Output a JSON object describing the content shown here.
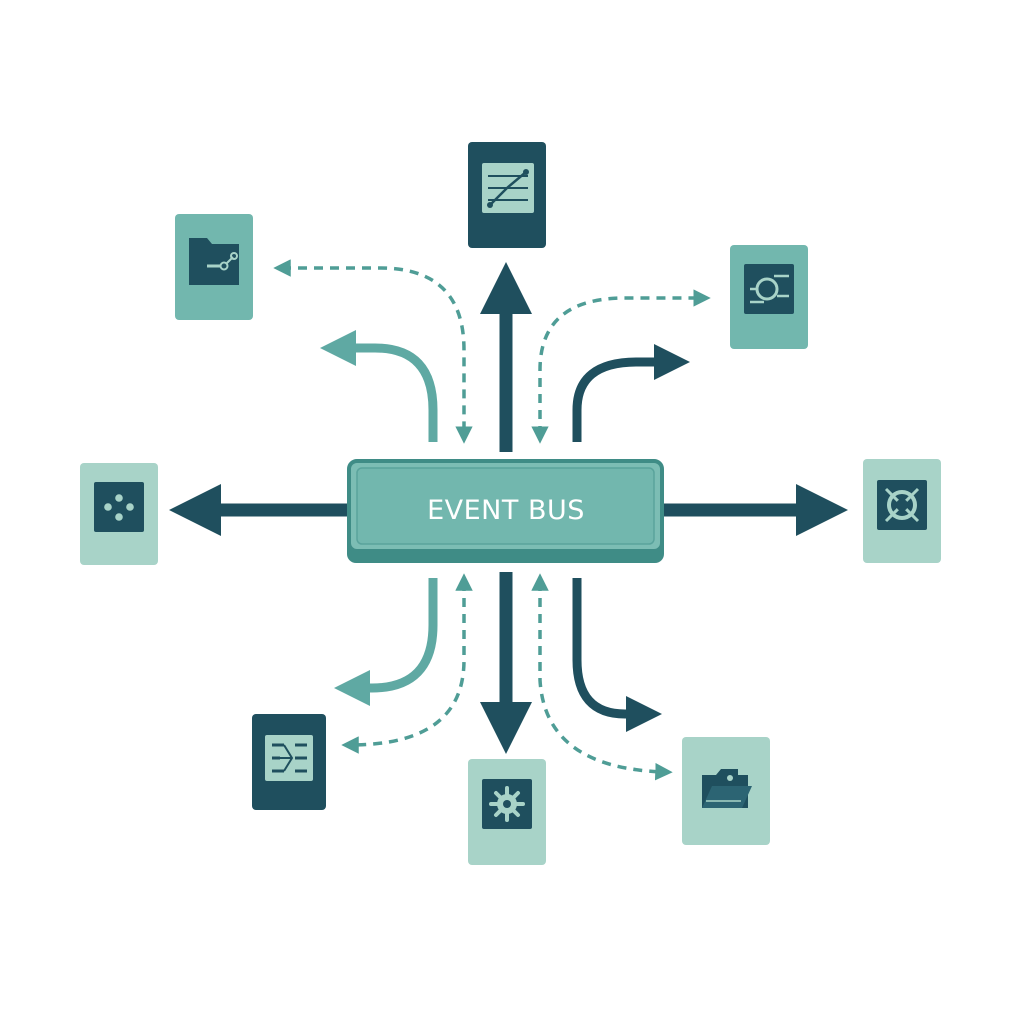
{
  "bus": {
    "label": "EVENT BUS"
  },
  "colors": {
    "dark": "#1f4f5e",
    "medium": "#5fa9a3",
    "light": "#a8d3c8",
    "bus_fill": "#6fb5ac",
    "bus_border": "#3f8c86"
  },
  "services": [
    {
      "name": "service-top",
      "shade": "dark",
      "icon": "workflow-icon"
    },
    {
      "name": "service-top-left",
      "shade": "medium",
      "icon": "folder-share-icon"
    },
    {
      "name": "service-top-right",
      "shade": "medium",
      "icon": "settings-panel-icon"
    },
    {
      "name": "service-left",
      "shade": "light",
      "icon": "hub-icon"
    },
    {
      "name": "service-right",
      "shade": "light",
      "icon": "ring-icon"
    },
    {
      "name": "service-bottom-left",
      "shade": "dark",
      "icon": "hierarchy-icon"
    },
    {
      "name": "service-bottom",
      "shade": "light",
      "icon": "gear-icon"
    },
    {
      "name": "service-bottom-right",
      "shade": "light",
      "icon": "folder-icon"
    }
  ]
}
